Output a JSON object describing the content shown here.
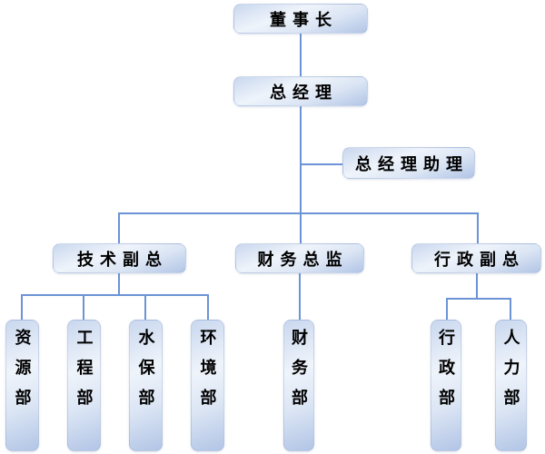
{
  "org_chart": {
    "type": "org-tree",
    "nodes": {
      "chairman": "董事长",
      "general_manager": "总经理",
      "gm_assistant": "总经理助理",
      "tech_vp": "技术副总",
      "finance_director": "财务总监",
      "admin_vp": "行政副总",
      "resources_dept": "资源部",
      "engineering_dept": "工程部",
      "water_conservation_dept": "水保部",
      "environment_dept": "环境部",
      "finance_dept": "财务部",
      "admin_dept": "行政部",
      "hr_dept": "人力部"
    },
    "hierarchy": {
      "chairman": [
        "general_manager"
      ],
      "general_manager": [
        "gm_assistant",
        "tech_vp",
        "finance_director",
        "admin_vp"
      ],
      "tech_vp": [
        "resources_dept",
        "engineering_dept",
        "water_conservation_dept",
        "environment_dept"
      ],
      "finance_director": [
        "finance_dept"
      ],
      "admin_vp": [
        "admin_dept",
        "hr_dept"
      ]
    },
    "colors": {
      "connector_line": "#6b93d6",
      "node_fill_light": "#eff4fb",
      "node_fill_dark": "#b2c5e6",
      "node_text": "#000000",
      "background": "#ffffff"
    }
  }
}
